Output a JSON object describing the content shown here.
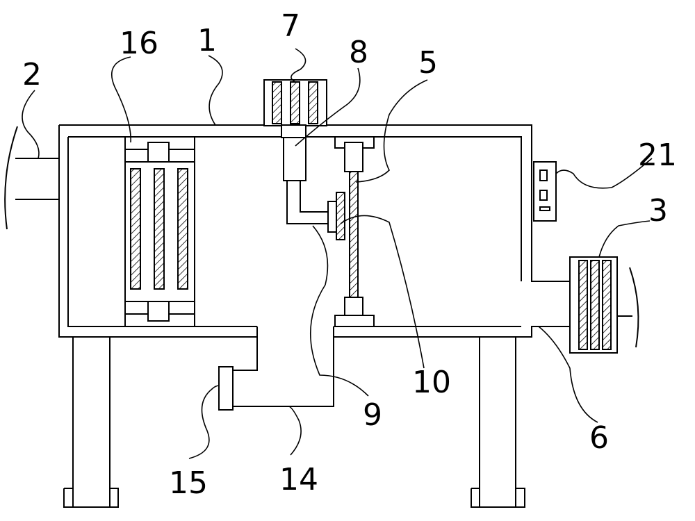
{
  "diagram": {
    "labels": {
      "l1": "1",
      "l2": "2",
      "l3": "3",
      "l5": "5",
      "l6": "6",
      "l7": "7",
      "l8": "8",
      "l9": "9",
      "l10": "10",
      "l14": "14",
      "l15": "15",
      "l16": "16",
      "l21": "21"
    },
    "colors": {
      "line": "#000000",
      "background": "#ffffff"
    }
  }
}
